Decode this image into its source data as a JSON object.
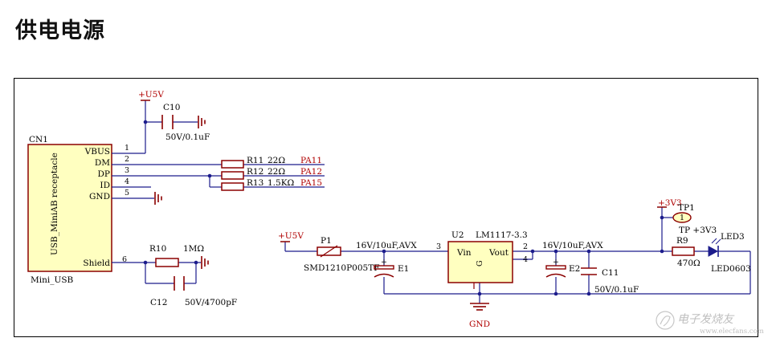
{
  "page": {
    "title": "供电电源"
  },
  "colors": {
    "wire": "#1c1c8c",
    "part": "#8b0000",
    "net_label": "#b00000",
    "connector_fill": "#ffffc0",
    "text": "#000000"
  },
  "connector": {
    "ref": "CN1",
    "body_label": "USB_MiniAB receptacle",
    "value": "Mini_USB",
    "pins": [
      {
        "name": "VBUS",
        "number": "1"
      },
      {
        "name": "DM",
        "number": "2"
      },
      {
        "name": "DP",
        "number": "3"
      },
      {
        "name": "ID",
        "number": "4"
      },
      {
        "name": "GND",
        "number": "5"
      },
      {
        "name": "Shield",
        "number": "6"
      }
    ]
  },
  "components": {
    "c10": {
      "ref": "C10",
      "value": "50V/0.1uF"
    },
    "r11": {
      "ref": "R11",
      "value": "22Ω",
      "net": "PA11"
    },
    "r12": {
      "ref": "R12",
      "value": "22Ω",
      "net": "PA12"
    },
    "r13": {
      "ref": "R13",
      "value": "1.5KΩ",
      "net": "PA15"
    },
    "r10": {
      "ref": "R10",
      "value": "1MΩ"
    },
    "c12": {
      "ref": "C12",
      "value": "50V/4700pF"
    },
    "p1": {
      "ref": "P1",
      "value": "SMD1210P005TF"
    },
    "e1": {
      "ref": "E1",
      "value": "16V/10uF,AVX"
    },
    "u2": {
      "ref": "U2",
      "value": "LM1117-3.3",
      "pin_vin": "Vin",
      "pin_vout": "Vout",
      "pin_gnd": "G",
      "pin3": "3",
      "pin2": "2",
      "pin4": "4"
    },
    "e2": {
      "ref": "E2",
      "value": "16V/10uF,AVX"
    },
    "c11": {
      "ref": "C11",
      "value": "50V/0.1uF"
    },
    "r9": {
      "ref": "R9",
      "value": "470Ω"
    },
    "led3": {
      "ref": "LED3",
      "value": "LED0603"
    },
    "tp1": {
      "ref": "TP1",
      "value": "TP +3V3",
      "pin": "1"
    }
  },
  "nets": {
    "usb_5v": "+U5V",
    "usb_5v_in": "+U5V",
    "v33": "+3V3",
    "gnd": "GND"
  },
  "watermark": {
    "text": "电子发烧友",
    "url": "www.elecfans.com"
  }
}
